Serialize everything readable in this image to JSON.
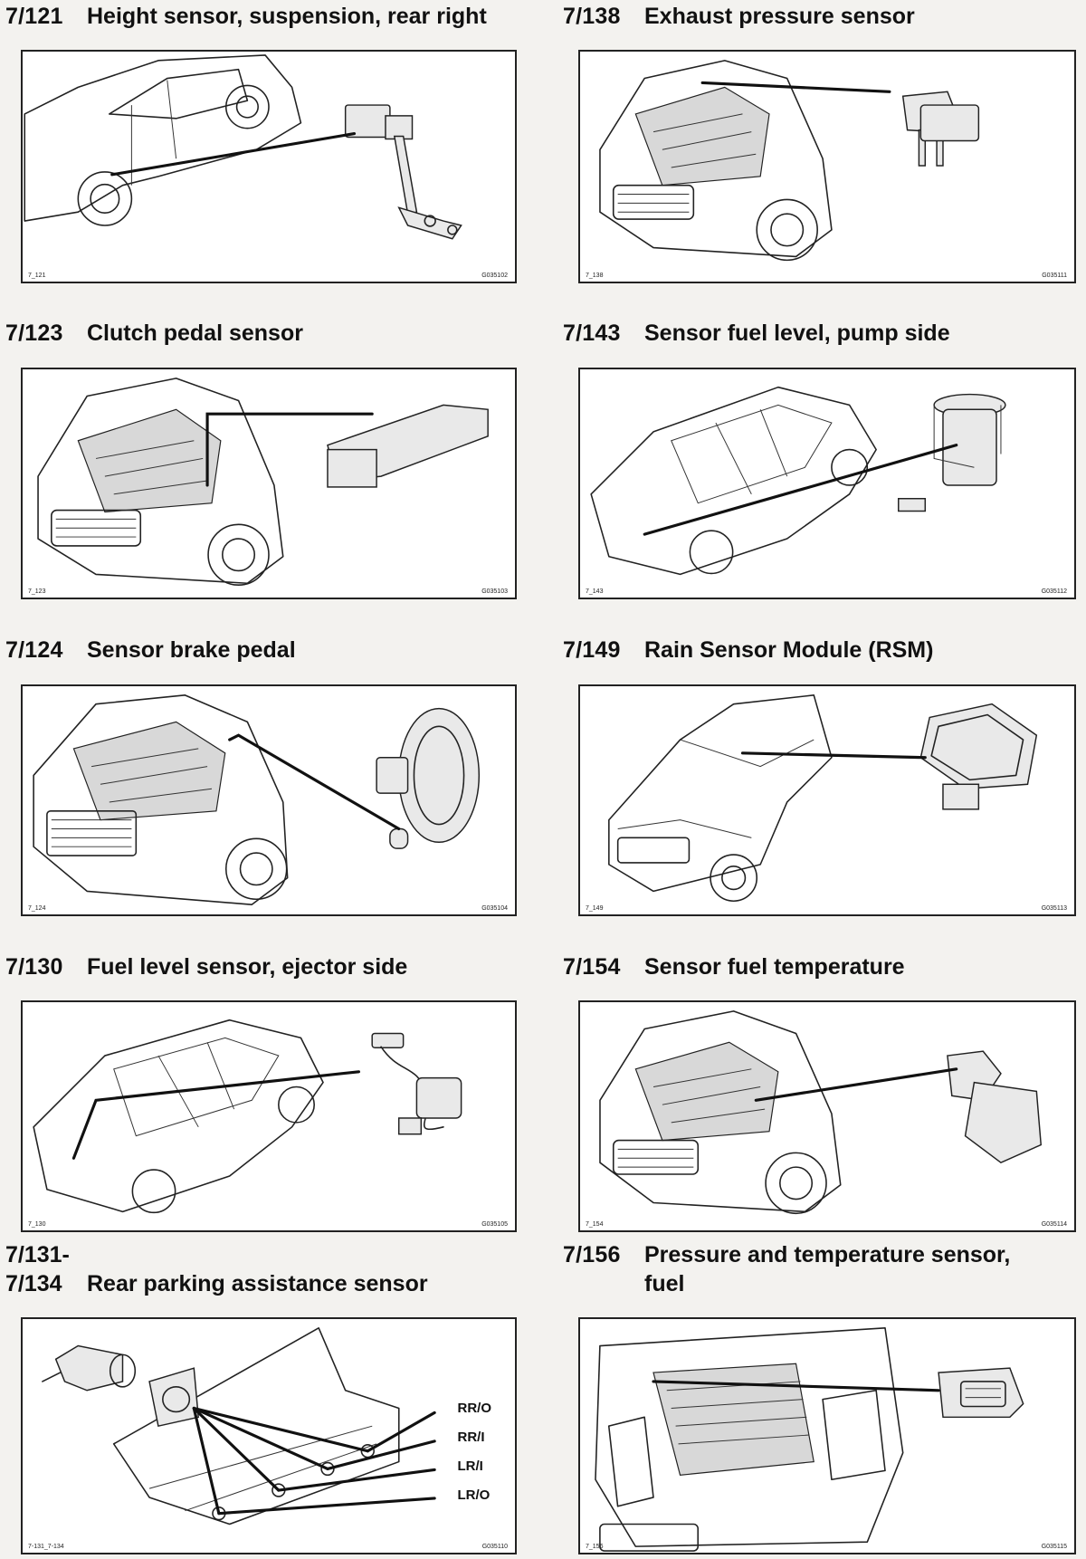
{
  "entries": [
    {
      "code": "7/121",
      "title": "Height sensor, suspension, rear right",
      "fig_ref": "7_121",
      "fig_id": "G035102"
    },
    {
      "code": "7/138",
      "title": "Exhaust pressure sensor",
      "fig_ref": "7_138",
      "fig_id": "G035111"
    },
    {
      "code": "7/123",
      "title": "Clutch pedal sensor",
      "fig_ref": "7_123",
      "fig_id": "G035103"
    },
    {
      "code": "7/143",
      "title": "Sensor fuel level, pump side",
      "fig_ref": "7_143",
      "fig_id": "G035112"
    },
    {
      "code": "7/124",
      "title": "Sensor brake pedal",
      "fig_ref": "7_124",
      "fig_id": "G035104"
    },
    {
      "code": "7/149",
      "title": "Rain Sensor Module (RSM)",
      "fig_ref": "7_149",
      "fig_id": "G035113"
    },
    {
      "code": "7/130",
      "title": "Fuel level sensor, ejector side",
      "fig_ref": "7_130",
      "fig_id": "G035105"
    },
    {
      "code": "7/154",
      "title": "Sensor fuel temperature",
      "fig_ref": "7_154",
      "fig_id": "G035114"
    },
    {
      "code_line1": "7/131-",
      "code": "7/134",
      "title": "Rear parking assistance sensor",
      "fig_ref": "7-131_7-134",
      "fig_id": "G035110",
      "callouts": [
        "RR/O",
        "RR/I",
        "LR/I",
        "LR/O"
      ]
    },
    {
      "code": "7/156",
      "title_line1": "Pressure and temperature sensor,",
      "title_line2": "fuel",
      "fig_ref": "7_156",
      "fig_id": "G035115"
    }
  ]
}
